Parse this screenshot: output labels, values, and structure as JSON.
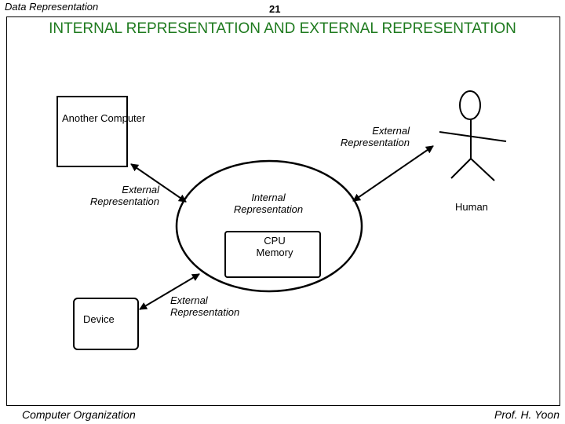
{
  "header": {
    "section_title": "Data Representation",
    "page_number": "21"
  },
  "slide": {
    "title": "INTERNAL REPRESENTATION AND EXTERNAL REPRESENTATION"
  },
  "diagram": {
    "nodes": {
      "another_computer": "Another Computer",
      "internal_representation": "Internal Representation",
      "cpu_memory": "CPU Memory",
      "device": "Device",
      "human": "Human"
    },
    "edge_labels": {
      "computer_link": "External Representation",
      "human_link": "External Representation",
      "device_link": "External Representation"
    }
  },
  "footer": {
    "course": "Computer Organization",
    "author": "Prof.  H. Yoon"
  },
  "colors": {
    "title": "#1e7a1e",
    "lines": "#000000"
  }
}
